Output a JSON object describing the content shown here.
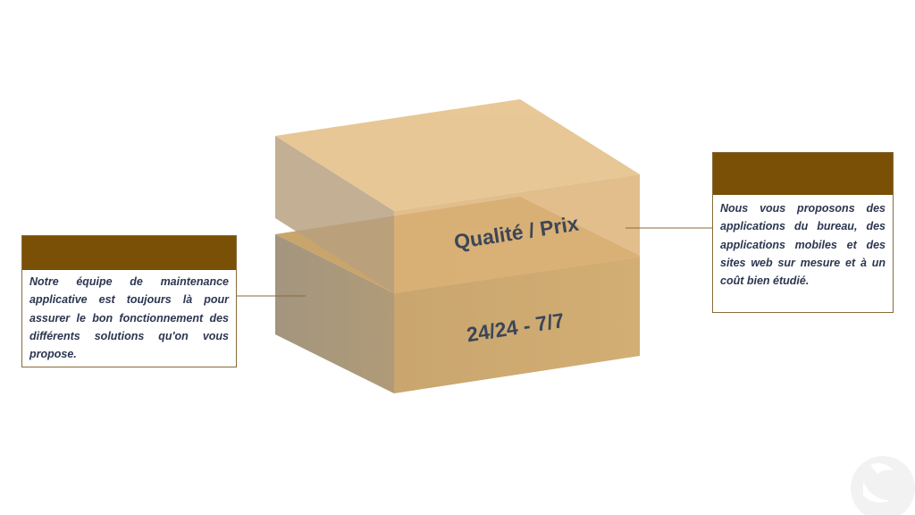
{
  "diagram": {
    "top_box_label": "Qualité / Prix",
    "bottom_box_label": "24/24 - 7/7"
  },
  "callouts": {
    "left_text": "Notre équipe de maintenance applicative est toujours là pour assurer le bon fonctionnement des différents solutions qu'on vous propose.",
    "right_text": "Nous vous proposons des applications du bureau, des applications mobiles et des sites web sur mesure et à un coût bien étudié."
  },
  "colors": {
    "callout_header": "#7a4f06",
    "box_top_face": "#e3bf85",
    "box_front_face": "#c8a36a",
    "box_side_face": "#a0917b",
    "label_text": "#3c4657"
  }
}
